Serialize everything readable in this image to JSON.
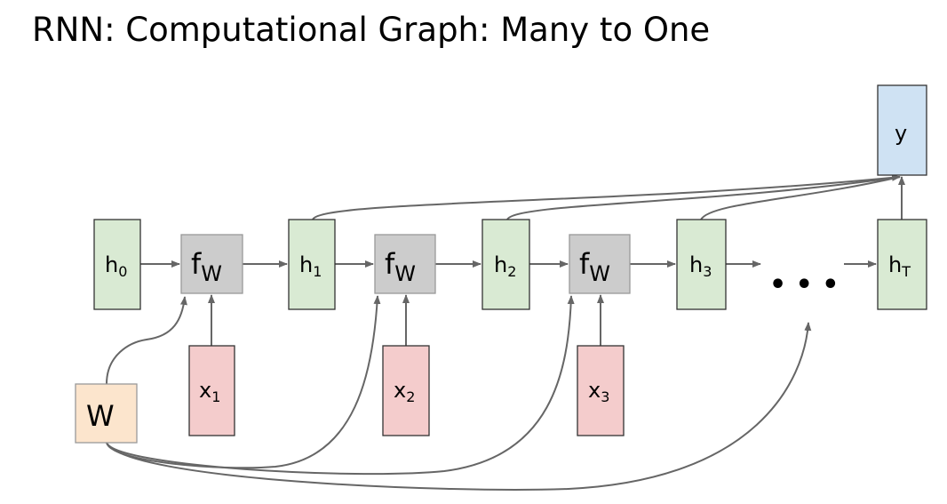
{
  "title": "RNN: Computational Graph: Many to One",
  "nodes": {
    "h0": {
      "main": "h",
      "sub": "0"
    },
    "h1": {
      "main": "h",
      "sub": "1"
    },
    "h2": {
      "main": "h",
      "sub": "2"
    },
    "h3": {
      "main": "h",
      "sub": "3"
    },
    "hT": {
      "main": "h",
      "sub": "T"
    },
    "f1": {
      "main": "f",
      "sub": "W"
    },
    "f2": {
      "main": "f",
      "sub": "W"
    },
    "f3": {
      "main": "f",
      "sub": "W"
    },
    "x1": {
      "main": "x",
      "sub": "1"
    },
    "x2": {
      "main": "x",
      "sub": "2"
    },
    "x3": {
      "main": "x",
      "sub": "3"
    },
    "W": {
      "main": "W"
    },
    "y": {
      "main": "y"
    },
    "ellipsis": "• • •"
  },
  "colors": {
    "hidden": "#d9ead3",
    "func": "#cccccc",
    "input": "#f4cccc",
    "weight": "#fce5cd",
    "output": "#cfe2f3",
    "edge": "#666666"
  }
}
